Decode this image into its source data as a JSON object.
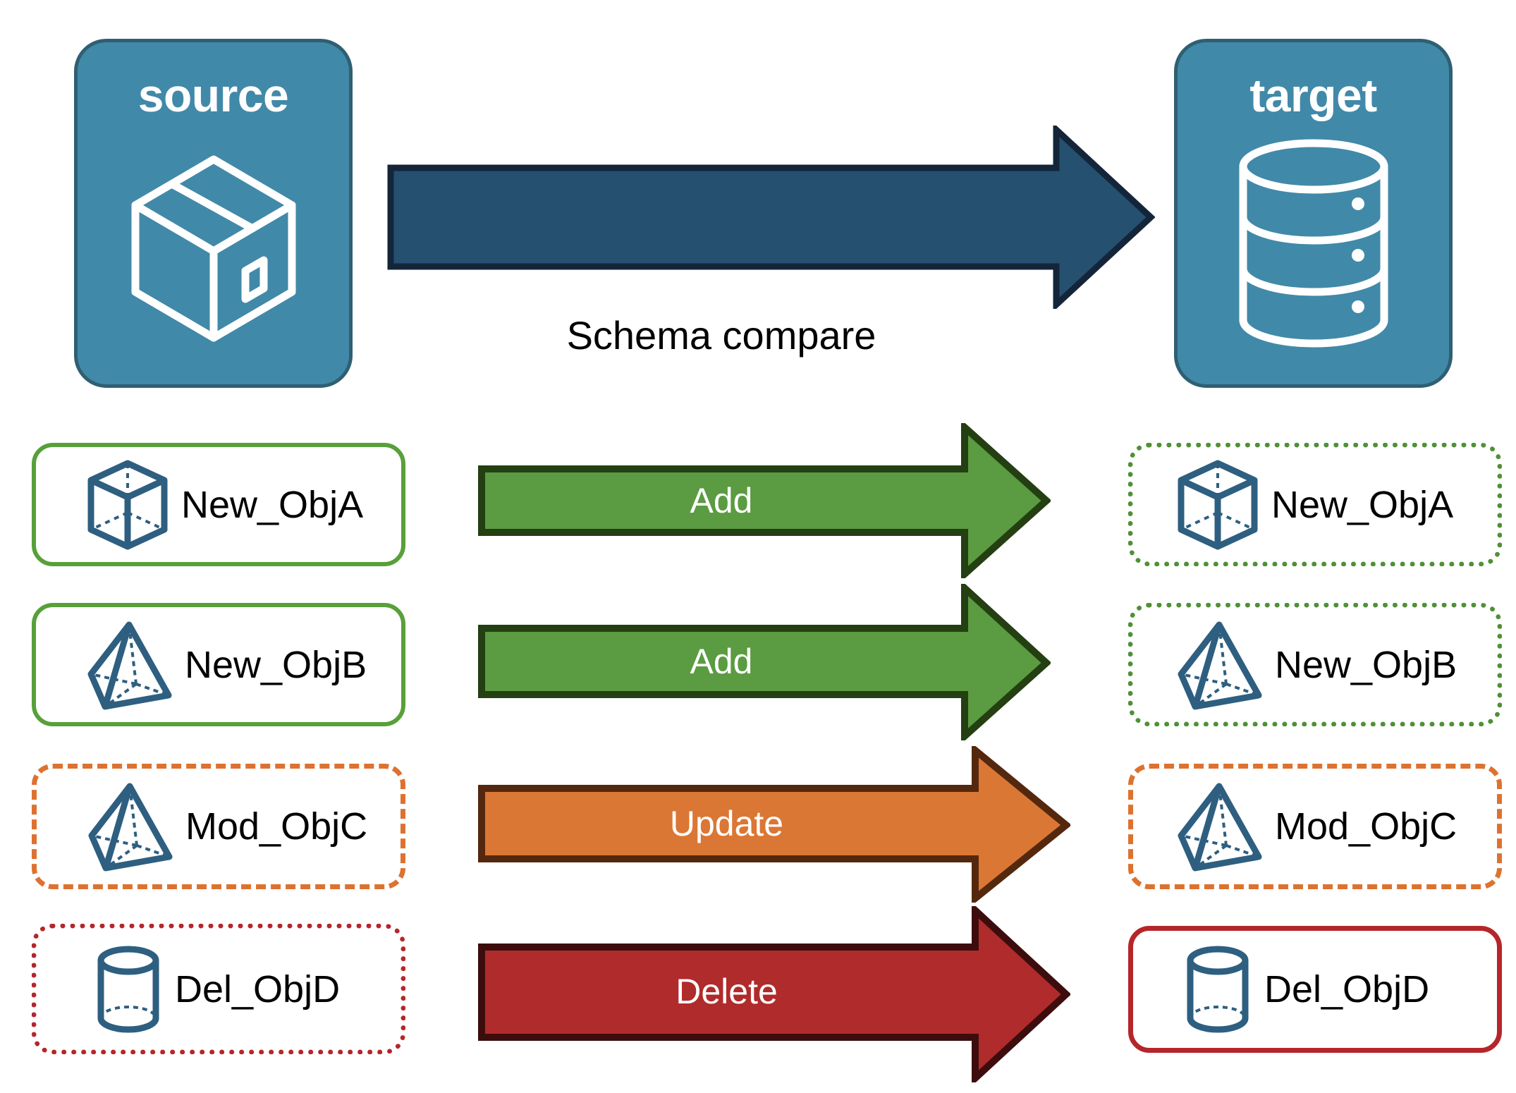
{
  "diagram": {
    "title": "Schema compare between source and target",
    "endpoints": {
      "source": {
        "label": "source",
        "icon": "package-box-icon"
      },
      "target": {
        "label": "target",
        "icon": "database-cylinder-icon"
      }
    },
    "compare_arrow": {
      "label": "Schema compare",
      "fill": "#255070",
      "stroke": "#14253A",
      "text_color": "#FFFFFF"
    },
    "rows": [
      {
        "source_label": "New_ObjA",
        "target_label": "New_ObjA",
        "action_label": "Add",
        "icon": "wireframe-cube-icon",
        "arrow_fill": "#5B9B41",
        "arrow_stroke": "#243F12",
        "source_border_style": "solid",
        "source_border_color": "#57A03A",
        "target_border_style": "dotted",
        "target_border_color": "#4E9136"
      },
      {
        "source_label": "New_ObjB",
        "target_label": "New_ObjB",
        "action_label": "Add",
        "icon": "wireframe-pyramid-icon",
        "arrow_fill": "#5B9B41",
        "arrow_stroke": "#243F12",
        "source_border_style": "solid",
        "source_border_color": "#57A03A",
        "target_border_style": "dotted",
        "target_border_color": "#4E9136"
      },
      {
        "source_label": "Mod_ObjC",
        "target_label": "Mod_ObjC",
        "action_label": "Update",
        "icon": "wireframe-pyramid-icon",
        "arrow_fill": "#DB7734",
        "arrow_stroke": "#54280E",
        "source_border_style": "dashed",
        "source_border_color": "#DD7230",
        "target_border_style": "dashed",
        "target_border_color": "#DD7230"
      },
      {
        "source_label": "Del_ObjD",
        "target_label": "Del_ObjD",
        "action_label": "Delete",
        "icon": "cylinder-icon",
        "arrow_fill": "#B02B2B",
        "arrow_stroke": "#3D0D0D",
        "source_border_style": "dotted",
        "source_border_color": "#B5262A",
        "target_border_style": "solid",
        "target_border_color": "#B5262A"
      }
    ],
    "colors": {
      "panel_fill": "#4189A8",
      "panel_stroke": "#2F5F72",
      "icon_blue": "#2E5F80",
      "text_dark": "#000000",
      "background": "#FFFFFF"
    }
  }
}
